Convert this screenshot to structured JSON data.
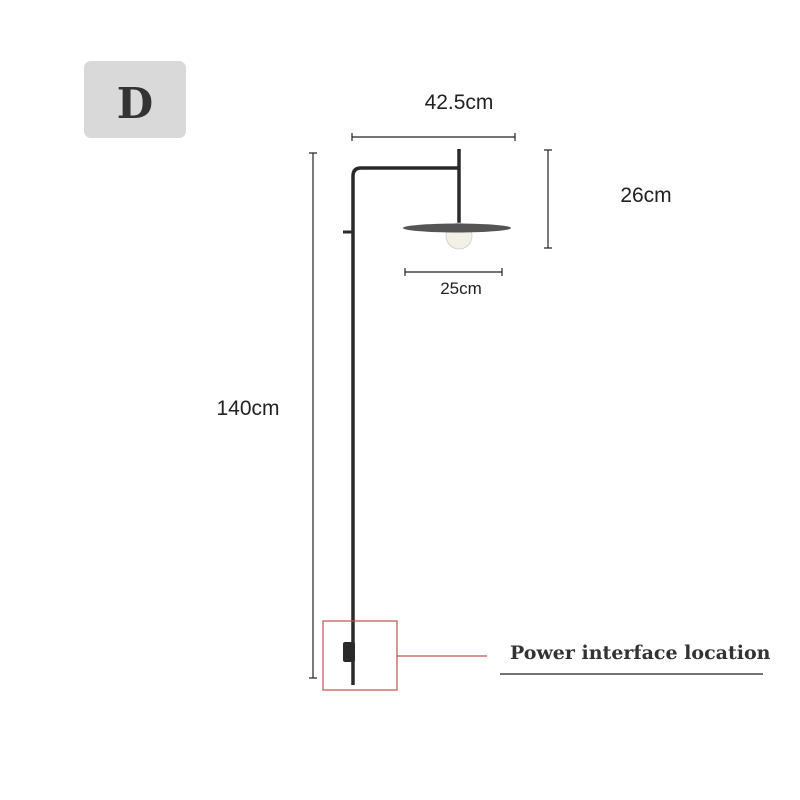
{
  "badge": {
    "label": "D",
    "color": "#d9d9d9"
  },
  "dimensions": {
    "width": "42.5cm",
    "height_head": "26cm",
    "shade_diameter": "25cm",
    "total_height": "140cm"
  },
  "callout": {
    "label": "Power interface location",
    "color": "#c0504d"
  },
  "colors": {
    "lamp": "#2a2a2a",
    "bulb": "#f3f1e6",
    "shade": "#555555"
  }
}
